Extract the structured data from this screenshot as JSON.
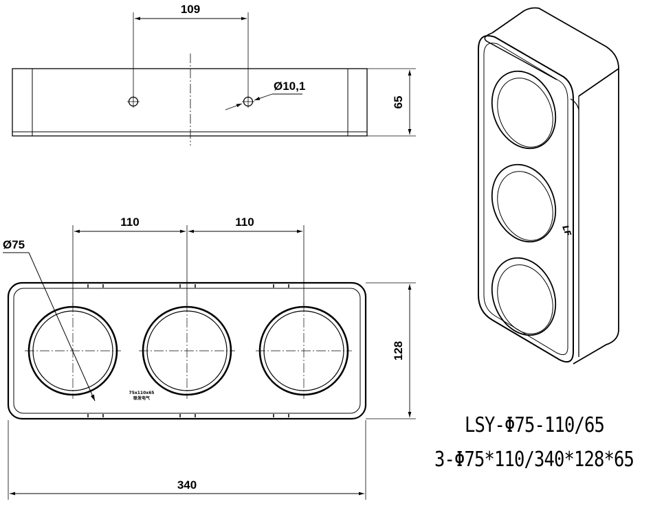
{
  "top_view": {
    "hole_spacing_label": "109",
    "hole_diameter_label": "Ø10,1",
    "depth_label": "65"
  },
  "front_view": {
    "spacing_left_label": "110",
    "spacing_right_label": "110",
    "aperture_diameter_label": "Ø75",
    "height_label": "128",
    "width_label": "340",
    "stamp_line_1": "75x110x65",
    "stamp_line_2": "联发电气"
  },
  "iso_view": {
    "logo_mark": "LF"
  },
  "model": {
    "line_1": "LSY-Φ75-110/65",
    "line_2": "3-Φ75*110/340*128*65"
  }
}
